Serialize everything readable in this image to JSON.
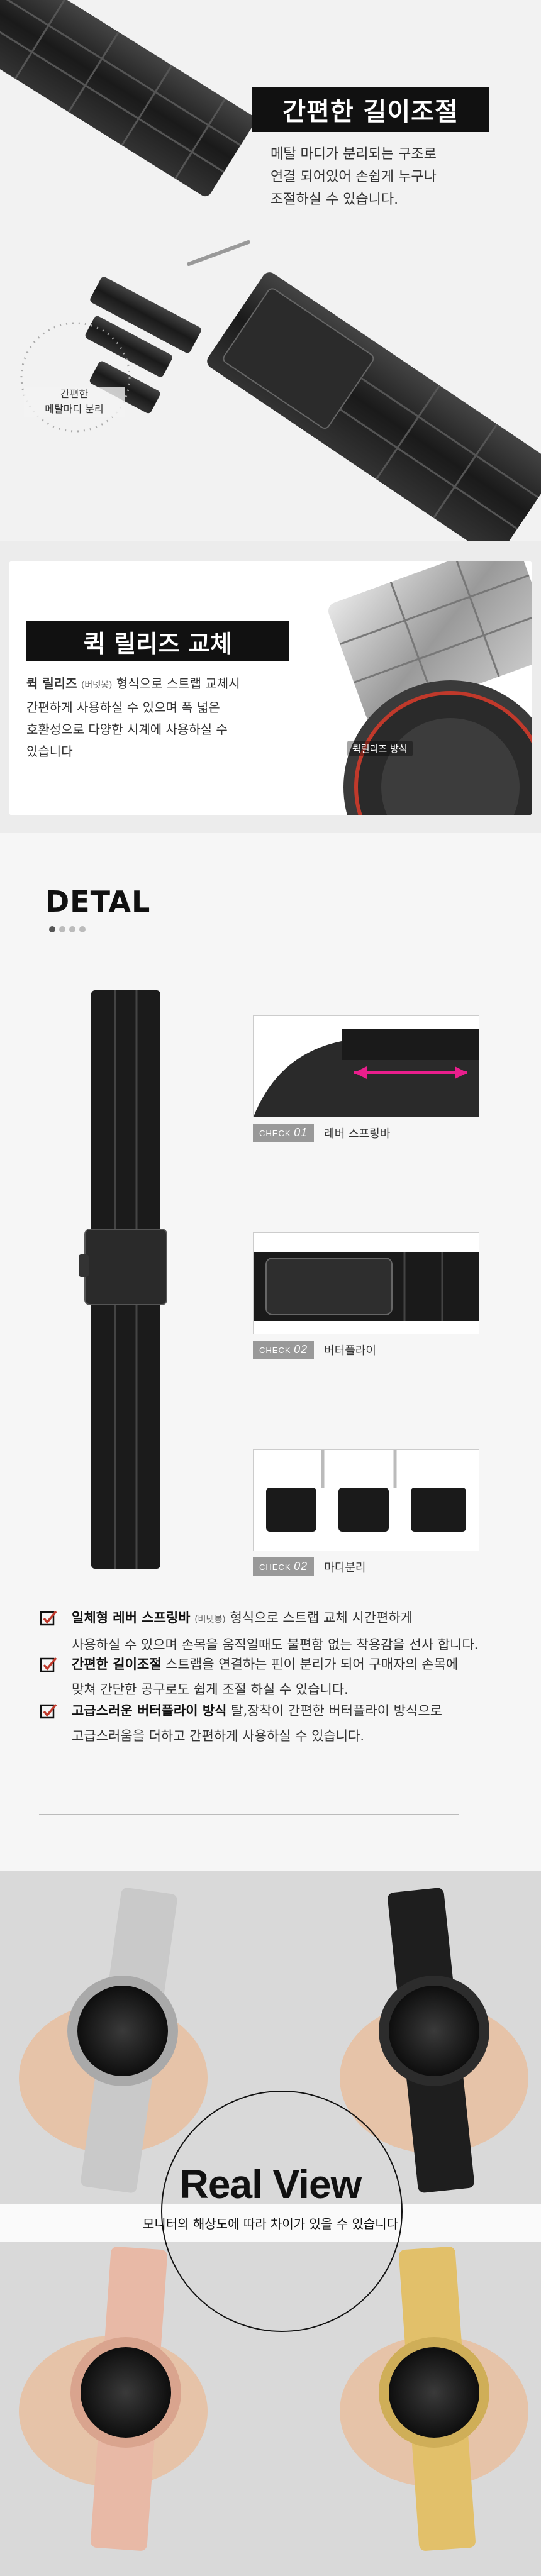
{
  "section_length": {
    "title": "간편한 길이조절",
    "description": [
      "메탈 마디가 분리되는 구조로",
      "연결 되어있어 손쉽게 누구나",
      "조절하실 수 있습니다."
    ],
    "caption": [
      "간편한",
      "메탈마디 분리"
    ]
  },
  "section_quick_release": {
    "title": "퀵 릴리즈 교체",
    "line1_bold": "퀵 릴리즈",
    "line1_small": "(버넷봉)",
    "line1_rest": " 형식으로 스트랩 교체시",
    "line2": "간편하게 사용하실 수 있으며 폭 넓은",
    "line3": "호환성으로 다양한 시계에 사용하실 수",
    "line4": "있습니다",
    "image_tag": "퀵릴리즈 방식"
  },
  "section_detail": {
    "title": "DETAL",
    "checks": [
      {
        "badge": "CHECK",
        "num": "01",
        "label": "레버 스프링바"
      },
      {
        "badge": "CHECK",
        "num": "02",
        "label": "버터플라이"
      },
      {
        "badge": "CHECK",
        "num": "02",
        "label": "마디분리"
      }
    ],
    "features": [
      {
        "bold": "일체형 레버 스프링바",
        "small": "(버넷봉)",
        "rest": " 형식으로 스트랩 교체 시간편하게",
        "line2": "사용하실 수 있으며 손목을 움직일때도 불편함 없는 착용감을 선사 합니다."
      },
      {
        "bold": "간편한 길이조절",
        "small": "",
        "rest": " 스트랩을 연결하는 핀이 분리가 되어 구매자의 손목에",
        "line2": "맞쳐 간단한 공구로도 쉽게 조절 하실 수 있습니다."
      },
      {
        "bold": "고급스러운 버터플라이 방식",
        "small": "",
        "rest": " 탈,장착이 간편한 버터플라이 방식으로",
        "line2": "고급스러움을 더하고 간편하게 사용하실 수 있습니다."
      }
    ]
  },
  "section_real_view": {
    "title": "Real View",
    "subtitle": "모니터의 해상도에 따라 차이가 있을 수 있습니다"
  },
  "colors": {
    "black": "#111111",
    "silver": "#c9c9c9",
    "rose_gold": "#e8b9a6",
    "gold": "#e2c06a",
    "check_badge": "#999999",
    "tick": "#c0392b"
  }
}
